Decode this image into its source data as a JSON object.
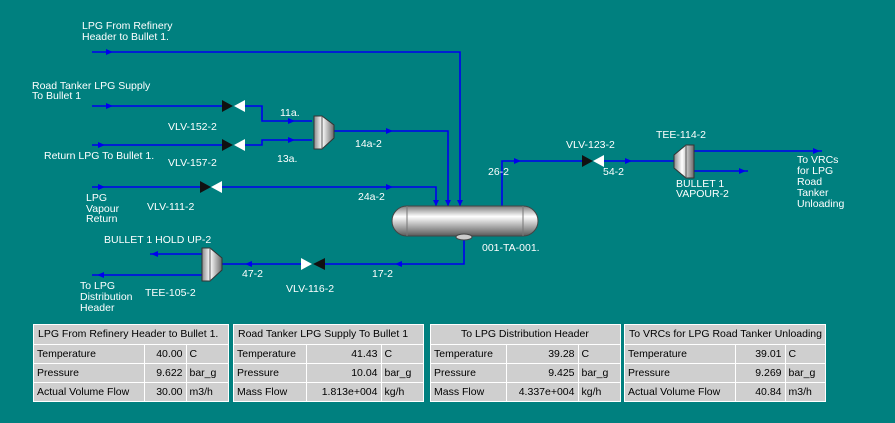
{
  "background": "#00807f",
  "line_color": "#0000ee",
  "labels": {
    "src_refinery_1": "LPG From Refinery",
    "src_refinery_2": "Header to Bullet 1.",
    "src_tanker_1": "Road Tanker LPG Supply",
    "src_tanker_2": "To Bullet 1",
    "src_return": "Return LPG To Bullet 1.",
    "src_vapour_1": "LPG",
    "src_vapour_2": "Vapour",
    "src_vapour_3": "Return",
    "vlv152": "VLV-152-2",
    "vlv157": "VLV-157-2",
    "vlv111": "VLV-111-2",
    "vlv116": "VLV-116-2",
    "vlv123": "VLV-123-2",
    "s11a": "11a.",
    "s13a": "13a.",
    "s14a": "14a-2",
    "s24a": "24a-2",
    "s26": "26-2",
    "s54": "54-2",
    "s17": "17-2",
    "s47": "47-2",
    "tee114": "TEE-114-2",
    "tee105": "TEE-105-2",
    "vessel": "001-TA-001.",
    "bullet_vapour_1": "BULLET 1",
    "bullet_vapour_2": "VAPOUR-2",
    "holdup": "BULLET 1 HOLD UP-2",
    "dst_vrc_1": "To VRCs",
    "dst_vrc_2": "for LPG",
    "dst_vrc_3": "Road",
    "dst_vrc_4": "Tanker",
    "dst_vrc_5": "Unloading",
    "dst_dist_1": "To LPG",
    "dst_dist_2": "Distribution",
    "dst_dist_3": "Header"
  },
  "tables": {
    "refinery": {
      "title": "LPG From Refinery Header to Bullet 1.",
      "rows": [
        {
          "label": "Temperature",
          "value": "40.00",
          "unit": "C"
        },
        {
          "label": "Pressure",
          "value": "9.622",
          "unit": "bar_g"
        },
        {
          "label": "Actual Volume Flow",
          "value": "30.00",
          "unit": "m3/h"
        }
      ]
    },
    "tanker": {
      "title": "Road Tanker LPG Supply To Bullet 1",
      "rows": [
        {
          "label": "Temperature",
          "value": "41.43",
          "unit": "C"
        },
        {
          "label": "Pressure",
          "value": "10.04",
          "unit": "bar_g"
        },
        {
          "label": "Mass Flow",
          "value": "1.813e+004",
          "unit": "kg/h"
        }
      ]
    },
    "distribution": {
      "title": "To LPG Distribution Header",
      "rows": [
        {
          "label": "Temperature",
          "value": "39.28",
          "unit": "C"
        },
        {
          "label": "Pressure",
          "value": "9.425",
          "unit": "bar_g"
        },
        {
          "label": "Mass Flow",
          "value": "4.337e+004",
          "unit": "kg/h"
        }
      ]
    },
    "vrc": {
      "title": "To VRCs for LPG Road Tanker Unloading",
      "rows": [
        {
          "label": "Temperature",
          "value": "39.01",
          "unit": "C"
        },
        {
          "label": "Pressure",
          "value": "9.269",
          "unit": "bar_g"
        },
        {
          "label": "Actual Volume Flow",
          "value": "40.84",
          "unit": "m3/h"
        }
      ]
    }
  }
}
